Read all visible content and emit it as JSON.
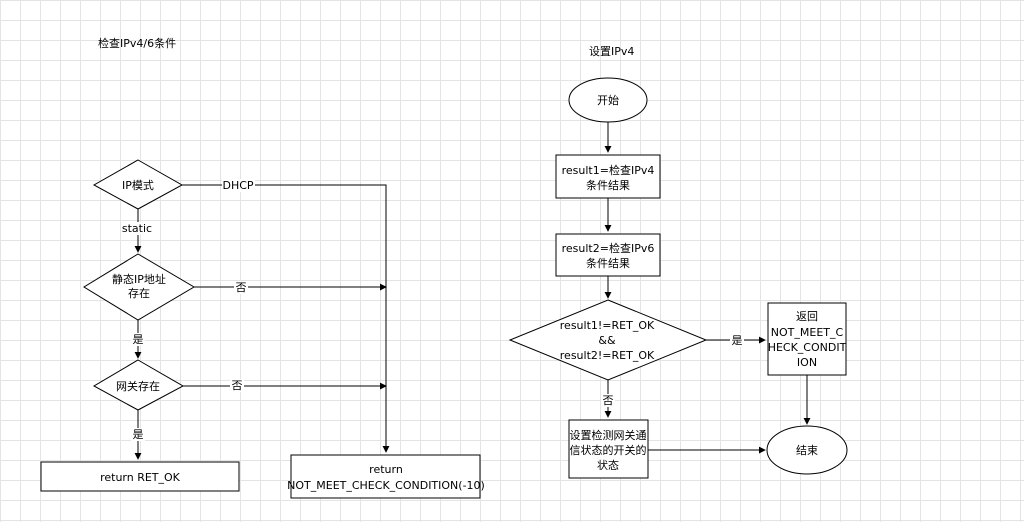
{
  "left": {
    "title": "检查IPv4/6条件",
    "ip_mode": "IP模式",
    "dhcp": "DHCP",
    "static": "static",
    "static_ip_l1": "静态IP地址",
    "static_ip_l2": "存在",
    "no1": "否",
    "yes1": "是",
    "gateway": "网关存在",
    "no2": "否",
    "yes2": "是",
    "return_ok": "return RET_OK",
    "return_fail_l1": "return",
    "return_fail_l2": "NOT_MEET_CHECK_CONDITION(-10)"
  },
  "right": {
    "title": "设置IPv4",
    "start": "开始",
    "r1_l1": "result1=检查IPv4",
    "r1_l2": "条件结果",
    "r2_l1": "result2=检查IPv6",
    "r2_l2": "条件结果",
    "cond_l1": "result1!=RET_OK",
    "cond_l2": "&&",
    "cond_l3": "result2!=RET_OK",
    "yes": "是",
    "no": "否",
    "ret_l1": "返回",
    "ret_l2": "NOT_MEET_C",
    "ret_l3": "HECK_CONDIT",
    "ret_l4": "ION",
    "set_l1": "设置检测网关通",
    "set_l2": "信状态的开关的",
    "set_l3": "状态",
    "end": "结束"
  }
}
